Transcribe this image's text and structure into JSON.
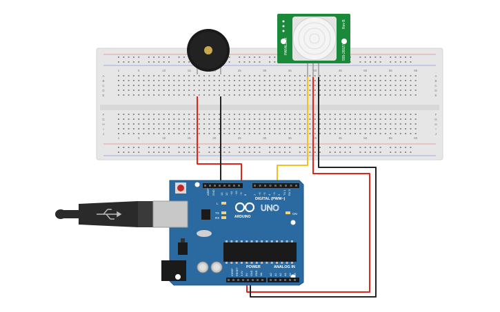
{
  "breadboard": {
    "column_numbers": [
      "1",
      "5",
      "10",
      "15",
      "20",
      "25",
      "30",
      "35",
      "40",
      "45",
      "50",
      "55",
      "60"
    ],
    "row_letters_top": [
      "A",
      "B",
      "C",
      "D",
      "E"
    ],
    "row_letters_bottom": [
      "F",
      "G",
      "H",
      "I",
      "J"
    ]
  },
  "pir_sensor": {
    "brand": "PARALLAX",
    "model": "555-28027",
    "rev": "Rev B"
  },
  "arduino": {
    "logo_text": "ARDUINO",
    "uno_text": "UNO",
    "digital_label": "DIGITAL (PWM~)",
    "power_label": "POWER",
    "analog_label": "ANALOG IN",
    "on_label": "ON",
    "l_label": "L",
    "tx_label": "TX",
    "rx_label": "RX",
    "aref_label": "AREF",
    "gnd_label": "GND",
    "digital_pins": [
      "13",
      "12",
      "~11",
      "~10",
      "~9",
      "8",
      "7",
      "~6",
      "~5",
      "4",
      "~3",
      "2",
      "TX 1",
      "RX 0"
    ],
    "power_pins": [
      "IOREF",
      "RESET",
      "3.3V",
      "5V",
      "GND",
      "GND",
      "Vin"
    ],
    "analog_pins": [
      "A0",
      "A1",
      "A2",
      "A3",
      "A4",
      "A5"
    ]
  },
  "colors": {
    "breadboard": "#e8e8e8",
    "arduino_board": "#2b6aa0",
    "pir_board": "#1a8a3a",
    "wire_red": "#e2231a",
    "wire_black": "#222222",
    "wire_yellow": "#f2c21b",
    "buzzer": "#1a1a1a",
    "usb_cable": "#2a2a2a"
  }
}
